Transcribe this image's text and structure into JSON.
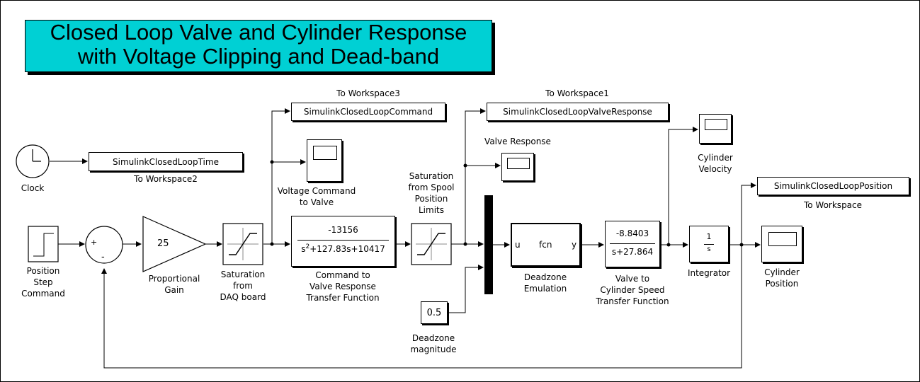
{
  "title": {
    "line1": "Closed Loop Valve and Cylinder Response",
    "line2": "with Voltage Clipping and Dead-band"
  },
  "blocks": {
    "clock": {
      "label": "Clock"
    },
    "to_ws2": {
      "var": "SimulinkClosedLoopTime",
      "label": "To Workspace2"
    },
    "step": {
      "label": "Position\nStep\nCommand"
    },
    "gain": {
      "value": "25",
      "label": "Proportional\nGain"
    },
    "sat_daq": {
      "label": "Saturation\nfrom\nDAQ board"
    },
    "to_ws3": {
      "var": "SimulinkClosedLoopCommand",
      "label": "To Workspace3"
    },
    "scope_voltage": {
      "label": "Voltage Command\nto Valve"
    },
    "tf_valve": {
      "num": "-13156",
      "den_s": "s",
      "den_exp": "2",
      "den_rest": "+127.83s+10417",
      "label": "Command to\nValve Response\nTransfer Function"
    },
    "sat_spool": {
      "label": "Saturation\nfrom Spool\nPosition\nLimits"
    },
    "to_ws1": {
      "var": "SimulinkClosedLoopValveResponse",
      "label": "To Workspace1"
    },
    "scope_valve": {
      "label": "Valve Response"
    },
    "deadzone_const": {
      "value": "0.5",
      "label": "Deadzone\nmagnitude"
    },
    "fcn": {
      "in": "u",
      "name": "fcn",
      "out": "y",
      "label": "Deadzone\nEmulation"
    },
    "tf_cyl": {
      "num": "-8.8403",
      "den": "s+27.864",
      "label": "Valve to\nCylinder Speed\nTransfer Function"
    },
    "scope_vel": {
      "label": "Cylinder\nVelocity"
    },
    "integrator": {
      "num": "1",
      "den": "s",
      "label": "Integrator"
    },
    "to_ws": {
      "var": "SimulinkClosedLoopPosition",
      "label": "To Workspace"
    },
    "scope_pos": {
      "label": "Cylinder\nPosition"
    },
    "sum": {
      "plus": "+",
      "minus": "-"
    }
  }
}
